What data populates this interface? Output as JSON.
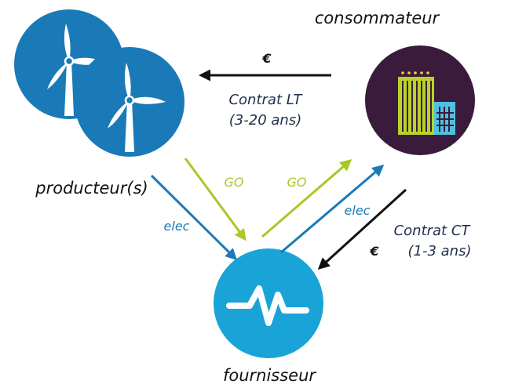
{
  "roles": {
    "consumer": "consommateur",
    "producer": "producteur(s)",
    "supplier": "fournisseur"
  },
  "flows": {
    "euro_top": "€",
    "lt_line1": "Contrat LT",
    "lt_line2": "(3-20 ans)",
    "go_left": "GO",
    "go_right": "GO",
    "elec_left": "elec",
    "elec_right": "elec",
    "ct_line1": "Contrat CT",
    "ct_line2": "(1-3 ans)",
    "euro_right": "€"
  },
  "colors": {
    "turbine_circle": "#1a7ab8",
    "consumer_circle": "#3a1b3c",
    "supplier_circle": "#1aa3d6",
    "elec_arrow": "#1a7ab8",
    "go_arrow": "#a7c828",
    "money_arrow": "#111111",
    "contract_text": "#1f2e4a",
    "building_main": "#b9d22a",
    "building_side": "#4fc1e0",
    "stars": "#f2d52f"
  },
  "icons": {
    "producer": "wind-turbine-icon",
    "consumer": "hotel-building-icon",
    "supplier": "pulse-wave-icon"
  }
}
